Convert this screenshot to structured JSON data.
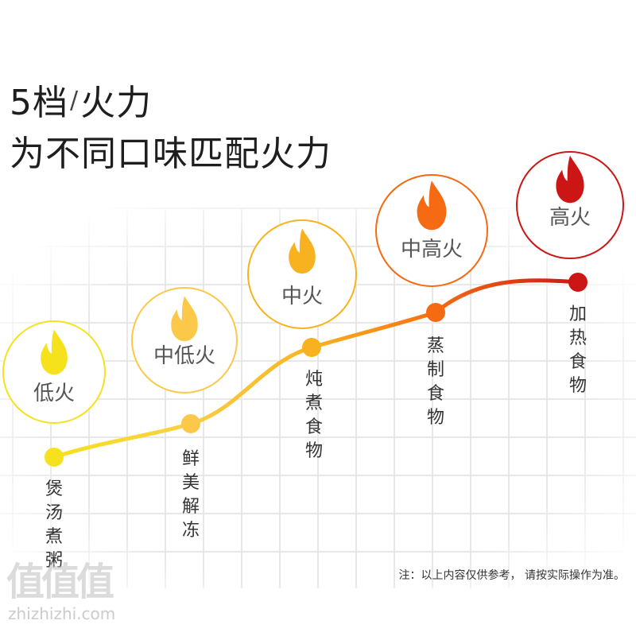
{
  "title": {
    "line1_a": "5档",
    "line1_sep": "/",
    "line1_b": "火力",
    "line2": "为不同口味匹配火力"
  },
  "note": "注：以上内容仅供参考， 请按实际操作为准。",
  "watermark": {
    "glyphs": "值值值",
    "text": "zhizhizhi.com"
  },
  "levels": [
    {
      "label": "低火",
      "food": "煲汤煮粥",
      "color": "#f5e21c",
      "icon": "flame-icon"
    },
    {
      "label": "中低火",
      "food": "鲜美解冻",
      "color": "#fbc84a",
      "icon": "flame-icon"
    },
    {
      "label": "中火",
      "food": "炖煮食物",
      "color": "#f9b21f",
      "icon": "flame-icon"
    },
    {
      "label": "中高火",
      "food": "蒸制食物",
      "color": "#f56a12",
      "icon": "flame-icon"
    },
    {
      "label": "高火",
      "food": "加热食物",
      "color": "#cc1616",
      "icon": "flame-icon"
    }
  ],
  "colors": {
    "grid": "#e8e8e8",
    "title_text": "#1e1e1e",
    "label_text": "#555555",
    "accent": "#f7b500"
  }
}
